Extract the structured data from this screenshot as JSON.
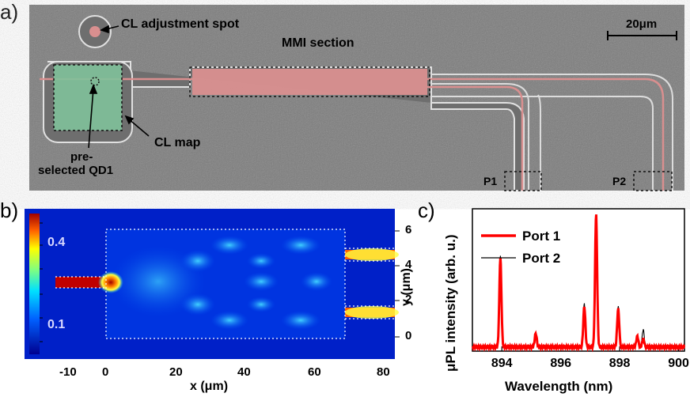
{
  "panel_a": {
    "letter": "a)",
    "labels": {
      "cl_spot": "CL adjustment spot",
      "mmi": "MMI section",
      "scale": "20μm",
      "cl_map": "CL map",
      "preselected_line1": "pre-",
      "preselected_line2": "selected QD1",
      "p1": "P1",
      "p2": "P2"
    },
    "colors": {
      "background": "#7b7b7b",
      "waveguide": "#d98f8f",
      "map": "#7fc19a"
    }
  },
  "panel_b": {
    "letter": "b)",
    "colorbar_ticks": [
      "0.4",
      "0.1"
    ],
    "x_ticks": [
      "-10",
      "0",
      "20",
      "40",
      "60",
      "80"
    ],
    "y_ticks": [
      "6",
      "4",
      "2",
      "0"
    ],
    "xlabel": "x (μm)",
    "ylabel": "y (μm)"
  },
  "panel_c": {
    "letter": "c)",
    "xlabel": "Wavelength (nm)",
    "ylabel": "μPL intensity (arb. u.)"
  },
  "chart_data": [
    {
      "type": "line",
      "xlabel": "Wavelength (nm)",
      "ylabel": "μPL intensity (arb. u.)",
      "xlim": [
        893,
        900.2
      ],
      "ylim": [
        0,
        1.05
      ],
      "x_ticks": [
        894,
        896,
        898,
        900
      ],
      "legend": "top-left",
      "series": [
        {
          "name": "Port 1",
          "color": "#ff0000",
          "peaks": [
            [
              893.95,
              0.66
            ],
            [
              895.15,
              0.1
            ],
            [
              896.8,
              0.3
            ],
            [
              897.2,
              0.98
            ],
            [
              897.95,
              0.28
            ],
            [
              898.6,
              0.08
            ],
            [
              898.8,
              0.06
            ]
          ]
        },
        {
          "name": "Port 2",
          "color": "#000000",
          "peaks": [
            [
              893.95,
              0.68
            ],
            [
              895.15,
              0.1
            ],
            [
              896.8,
              0.32
            ],
            [
              897.2,
              0.97
            ],
            [
              897.95,
              0.3
            ],
            [
              898.6,
              0.08
            ],
            [
              898.8,
              0.13
            ]
          ]
        }
      ]
    }
  ]
}
